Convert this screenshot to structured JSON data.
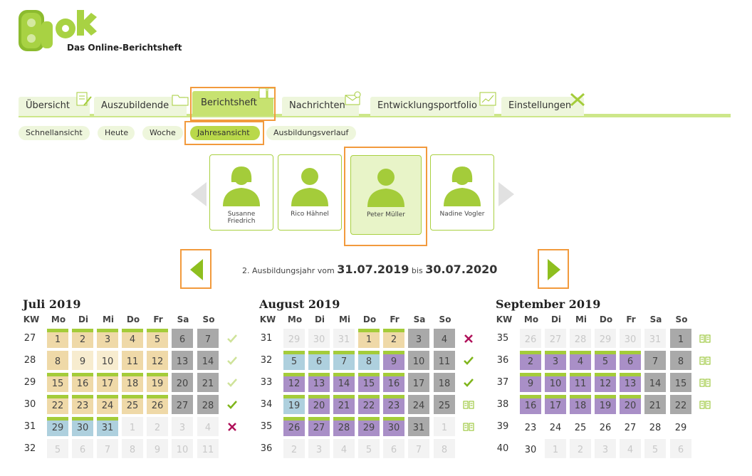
{
  "brand": {
    "name": "BLok",
    "tagline": "Das Online-Berichtsheft",
    "colors": {
      "accent": "#a4cc3a",
      "highlight": "#f29a3d"
    }
  },
  "main_tabs": [
    {
      "label": "Übersicht",
      "icon": "report-pen-icon"
    },
    {
      "label": "Auszubildende",
      "icon": "folder-icon"
    },
    {
      "label": "Berichtsheft",
      "icon": "open-book-icon",
      "active": true
    },
    {
      "label": "Nachrichten",
      "icon": "envelope-at-icon"
    },
    {
      "label": "Entwicklungsportfolio",
      "icon": "chart-icon"
    },
    {
      "label": "Einstellungen",
      "icon": "tools-icon"
    }
  ],
  "sub_tabs": [
    {
      "label": "Schnellansicht"
    },
    {
      "label": "Heute"
    },
    {
      "label": "Woche"
    },
    {
      "label": "Jahresansicht",
      "active": true
    },
    {
      "label": "Ausbildungsverlauf"
    }
  ],
  "persons": [
    {
      "name": "Susanne Friedrich"
    },
    {
      "name": "Rico Hähnel"
    },
    {
      "name": "Peter Müller",
      "active": true
    },
    {
      "name": "Nadine Vogler"
    }
  ],
  "period": {
    "prefix": "2. Ausbildungsjahr vom",
    "start": "31.07.2019",
    "middle": "bis",
    "end": "30.07.2020"
  },
  "weekday_headers": [
    "KW",
    "Mo",
    "Di",
    "Mi",
    "Do",
    "Fr",
    "Sa",
    "So"
  ],
  "months": [
    {
      "title": "Juli 2019",
      "weeks": [
        {
          "kw": "27",
          "status": "check-light",
          "days": [
            [
              "1",
              "beige",
              1
            ],
            [
              "2",
              "beige",
              1
            ],
            [
              "3",
              "beige",
              1
            ],
            [
              "4",
              "beige",
              1
            ],
            [
              "5",
              "beige",
              1
            ],
            [
              "6",
              "grey",
              0
            ],
            [
              "7",
              "grey",
              0
            ]
          ]
        },
        {
          "kw": "28",
          "status": "check-light",
          "days": [
            [
              "8",
              "beige",
              0
            ],
            [
              "9",
              "lbeige",
              0
            ],
            [
              "10",
              "lbeige",
              0
            ],
            [
              "11",
              "beige",
              0
            ],
            [
              "12",
              "beige",
              0
            ],
            [
              "13",
              "grey",
              0
            ],
            [
              "14",
              "grey",
              0
            ]
          ]
        },
        {
          "kw": "29",
          "status": "check-light",
          "days": [
            [
              "15",
              "beige",
              1
            ],
            [
              "16",
              "beige",
              1
            ],
            [
              "17",
              "beige",
              1
            ],
            [
              "18",
              "beige",
              1
            ],
            [
              "19",
              "beige",
              1
            ],
            [
              "20",
              "grey",
              0
            ],
            [
              "21",
              "grey",
              0
            ]
          ]
        },
        {
          "kw": "30",
          "status": "check",
          "days": [
            [
              "22",
              "beige",
              1
            ],
            [
              "23",
              "beige",
              1
            ],
            [
              "24",
              "beige",
              1
            ],
            [
              "25",
              "beige",
              1
            ],
            [
              "26",
              "beige",
              1
            ],
            [
              "27",
              "grey",
              0
            ],
            [
              "28",
              "grey",
              0
            ]
          ]
        },
        {
          "kw": "31",
          "status": "cross",
          "days": [
            [
              "29",
              "blue",
              1
            ],
            [
              "30",
              "blue",
              1
            ],
            [
              "31",
              "blue",
              1
            ],
            [
              "1",
              "empty",
              0
            ],
            [
              "2",
              "empty",
              0
            ],
            [
              "3",
              "empty",
              0
            ],
            [
              "4",
              "empty",
              0
            ]
          ]
        },
        {
          "kw": "32",
          "status": "",
          "days": [
            [
              "5",
              "empty",
              0
            ],
            [
              "6",
              "empty",
              0
            ],
            [
              "7",
              "empty",
              0
            ],
            [
              "8",
              "empty",
              0
            ],
            [
              "9",
              "empty",
              0
            ],
            [
              "10",
              "empty",
              0
            ],
            [
              "11",
              "empty",
              0
            ]
          ]
        }
      ]
    },
    {
      "title": "August 2019",
      "weeks": [
        {
          "kw": "31",
          "status": "cross",
          "days": [
            [
              "29",
              "empty",
              0
            ],
            [
              "30",
              "empty",
              0
            ],
            [
              "31",
              "empty",
              0
            ],
            [
              "1",
              "beige",
              1
            ],
            [
              "2",
              "beige",
              1
            ],
            [
              "3",
              "grey",
              0
            ],
            [
              "4",
              "grey",
              0
            ]
          ]
        },
        {
          "kw": "32",
          "status": "check",
          "days": [
            [
              "5",
              "blue",
              1
            ],
            [
              "6",
              "blue",
              1
            ],
            [
              "7",
              "blue",
              1
            ],
            [
              "8",
              "blue",
              1
            ],
            [
              "9",
              "purple",
              1
            ],
            [
              "10",
              "grey",
              0
            ],
            [
              "11",
              "grey",
              0
            ]
          ]
        },
        {
          "kw": "33",
          "status": "check",
          "days": [
            [
              "12",
              "purple",
              1
            ],
            [
              "13",
              "purple",
              1
            ],
            [
              "14",
              "purple",
              1
            ],
            [
              "15",
              "purple",
              1
            ],
            [
              "16",
              "purple",
              1
            ],
            [
              "17",
              "grey",
              0
            ],
            [
              "18",
              "grey",
              0
            ]
          ]
        },
        {
          "kw": "34",
          "status": "book",
          "days": [
            [
              "19",
              "blue",
              1
            ],
            [
              "20",
              "purple",
              1
            ],
            [
              "21",
              "purple",
              1
            ],
            [
              "22",
              "purple",
              1
            ],
            [
              "23",
              "purple",
              1
            ],
            [
              "24",
              "grey",
              0
            ],
            [
              "25",
              "grey",
              0
            ]
          ]
        },
        {
          "kw": "35",
          "status": "book",
          "days": [
            [
              "26",
              "purple",
              1
            ],
            [
              "27",
              "purple",
              1
            ],
            [
              "28",
              "purple",
              1
            ],
            [
              "29",
              "purple",
              1
            ],
            [
              "30",
              "purple",
              1
            ],
            [
              "31",
              "grey",
              0
            ],
            [
              "1",
              "empty",
              0
            ]
          ]
        },
        {
          "kw": "36",
          "status": "",
          "days": [
            [
              "2",
              "empty",
              0
            ],
            [
              "3",
              "empty",
              0
            ],
            [
              "4",
              "empty",
              0
            ],
            [
              "5",
              "empty",
              0
            ],
            [
              "6",
              "empty",
              0
            ],
            [
              "7",
              "empty",
              0
            ],
            [
              "8",
              "empty",
              0
            ]
          ]
        }
      ]
    },
    {
      "title": "September 2019",
      "weeks": [
        {
          "kw": "35",
          "status": "book",
          "days": [
            [
              "26",
              "empty",
              0
            ],
            [
              "27",
              "empty",
              0
            ],
            [
              "28",
              "empty",
              0
            ],
            [
              "29",
              "empty",
              0
            ],
            [
              "30",
              "empty",
              0
            ],
            [
              "31",
              "empty",
              0
            ],
            [
              "1",
              "grey",
              0
            ]
          ]
        },
        {
          "kw": "36",
          "status": "book",
          "days": [
            [
              "2",
              "purple",
              1
            ],
            [
              "3",
              "purple",
              1
            ],
            [
              "4",
              "purple",
              1
            ],
            [
              "5",
              "purple",
              1
            ],
            [
              "6",
              "purple",
              1
            ],
            [
              "7",
              "grey",
              0
            ],
            [
              "8",
              "grey",
              0
            ]
          ]
        },
        {
          "kw": "37",
          "status": "book",
          "days": [
            [
              "9",
              "purple",
              1
            ],
            [
              "10",
              "purple",
              1
            ],
            [
              "11",
              "purple",
              1
            ],
            [
              "12",
              "purple",
              1
            ],
            [
              "13",
              "purple",
              1
            ],
            [
              "14",
              "grey",
              0
            ],
            [
              "15",
              "grey",
              0
            ]
          ]
        },
        {
          "kw": "38",
          "status": "book",
          "days": [
            [
              "16",
              "purple",
              1
            ],
            [
              "17",
              "purple",
              1
            ],
            [
              "18",
              "purple",
              1
            ],
            [
              "19",
              "purple",
              1
            ],
            [
              "20",
              "purple",
              1
            ],
            [
              "21",
              "grey",
              0
            ],
            [
              "22",
              "grey",
              0
            ]
          ]
        },
        {
          "kw": "39",
          "status": "",
          "days": [
            [
              "23",
              "plain",
              0
            ],
            [
              "24",
              "plain",
              0
            ],
            [
              "25",
              "plain",
              0
            ],
            [
              "26",
              "plain",
              0
            ],
            [
              "27",
              "plain",
              0
            ],
            [
              "28",
              "plain",
              0
            ],
            [
              "29",
              "plain",
              0
            ]
          ]
        },
        {
          "kw": "40",
          "status": "",
          "days": [
            [
              "30",
              "plain",
              0
            ],
            [
              "1",
              "empty",
              0
            ],
            [
              "2",
              "empty",
              0
            ],
            [
              "3",
              "empty",
              0
            ],
            [
              "4",
              "empty",
              0
            ],
            [
              "5",
              "empty",
              0
            ],
            [
              "6",
              "empty",
              0
            ]
          ]
        }
      ]
    }
  ]
}
